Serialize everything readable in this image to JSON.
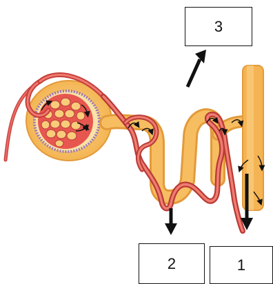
{
  "labels": {
    "box_1": "1",
    "box_2": "2",
    "box_3": "3"
  },
  "colors": {
    "tubule": "#f5b454",
    "tubule_dark": "#e39a3a",
    "vessel": "#e2554f",
    "vessel_dark": "#b93a35",
    "capsule_cells": "#a98ac4",
    "arrow": "#111111"
  }
}
